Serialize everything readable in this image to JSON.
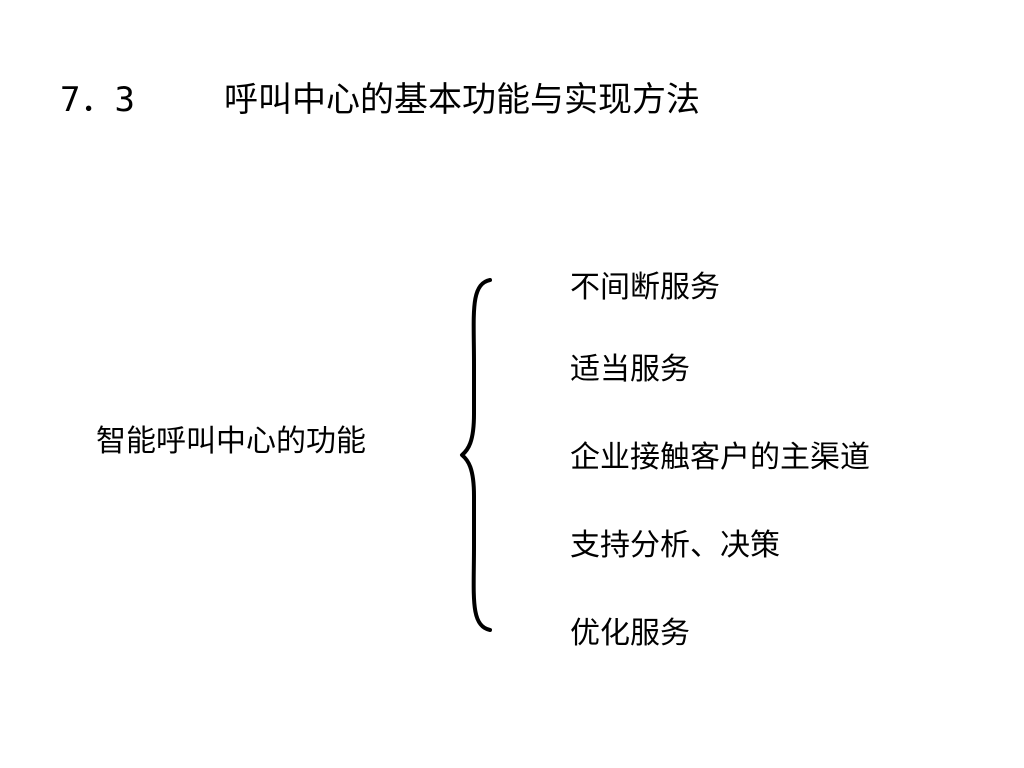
{
  "slide": {
    "section_number": "7．3",
    "title": "呼叫中心的基本功能与实现方法",
    "subject": "智能呼叫中心的功能",
    "functions": [
      "不间断服务",
      "适当服务",
      "企业接触客户的主渠道",
      "支持分析、决策",
      "优化服务"
    ]
  },
  "colors": {
    "background": "#ffffff",
    "text": "#000000"
  },
  "icons": {
    "brace": "left-curly-brace"
  }
}
